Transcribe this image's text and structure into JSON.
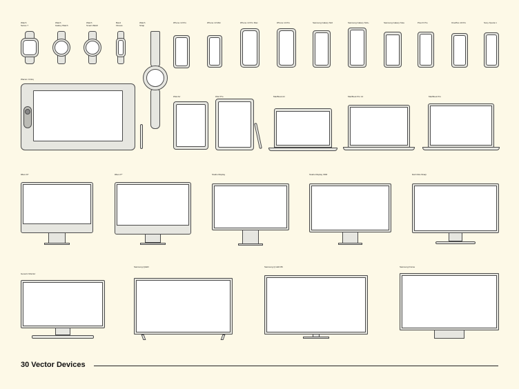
{
  "footer": {
    "title": "30 Vector Devices"
  },
  "labels": {
    "watch1": "Watch\nSeries 7",
    "watch2": "Watch\nGalaxy Watch",
    "watch3": "Watch\nSmart Watch",
    "band": "Band\nFitness",
    "watch4": "Watch\nStrap",
    "ph1": "iPhone 13 Pro",
    "ph2": "iPhone 13 Mini",
    "ph3": "iPhone 13 Pro Max",
    "ph4": "iPhone 14 Pro",
    "ph5": "Samsung Galaxy S22",
    "ph6": "Samsung Galaxy S22+",
    "ph7": "Samsung Galaxy Note",
    "ph8": "Pixel 6 Pro",
    "ph9": "OnePlus 10 Pro",
    "ph10": "Sony Xperia 1",
    "tablet": "Wacom Cintiq",
    "ipad1": "iPad Air",
    "ipad2": "iPad Pro",
    "mb1": "MacBook Air",
    "mb2": "MacBook Pro 14",
    "mb3": "MacBook Pro",
    "m1": "iMac 24\"",
    "m2": "iMac 27\"",
    "m3": "Studio Display",
    "m4": "Studio Display XDR",
    "m5": "Dell Ultra Sharp",
    "m6": "Generic Monitor",
    "tv1": "Samsung QLED",
    "tv2": "Samsung Q LED 8K",
    "tv3": "Samsung Frame"
  }
}
